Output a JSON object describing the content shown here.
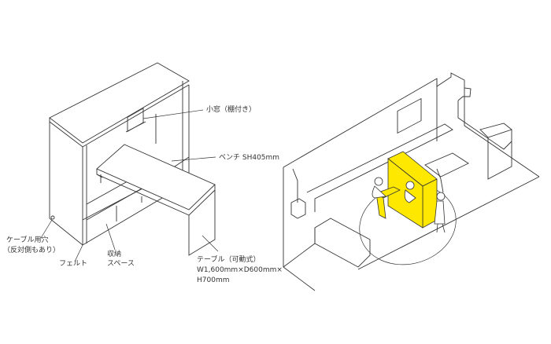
{
  "labels": {
    "window": "小窓（棚付き）",
    "bench": "ベンチ SH405mm",
    "cable1": "ケーブル用穴",
    "cable2": "（反対側もあり）",
    "felt": "フェルト",
    "storage1": "収納",
    "storage2": "スペース",
    "table1": "テーブル（可動式）",
    "table2": "W1,600mm×D600mm×",
    "table3": "H700mm"
  },
  "colors": {
    "highlight": "#ffe800",
    "line": "#333333"
  }
}
